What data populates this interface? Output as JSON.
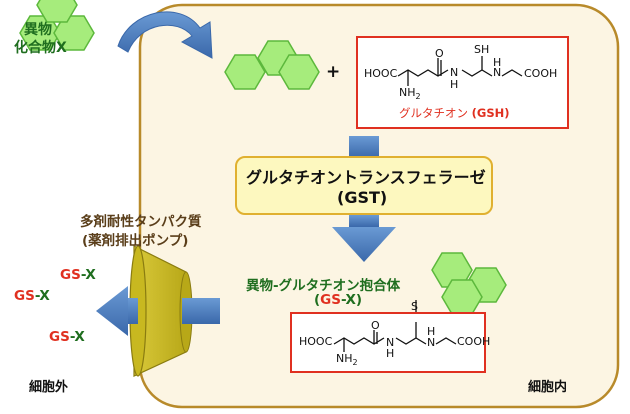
{
  "compound_x": {
    "line1": "異物",
    "line2": "化合物X"
  },
  "plus": "+",
  "gsh": {
    "hooc": "HOOC",
    "nh2": "NH",
    "nh2_sub": "2",
    "sh": "SH",
    "nh1": "N",
    "nh1_h": "H",
    "nh2b": "N",
    "nh2b_h": "H",
    "cooh": "COOH",
    "o": "O",
    "caption_jp": "グルタチオン",
    "caption_abbr": "(GSH)"
  },
  "gst": {
    "line1": "グルタチオントランスフェラーゼ",
    "line2": "(GST)"
  },
  "pump": {
    "line1": "多剤耐性タンパク質",
    "line2": "(薬剤排出ポンプ)"
  },
  "conjugate": {
    "label_prefix": "異物-グルタチオン抱合体",
    "abbr_gs": "GS",
    "abbr_dash": "-",
    "abbr_x": "X"
  },
  "conj_struct": {
    "hooc": "HOOC",
    "nh2": "NH",
    "nh2_sub": "2",
    "s": "S",
    "n1": "N",
    "n1_h": "H",
    "n2": "N",
    "n2_h": "H",
    "cooh": "COOH",
    "o": "O"
  },
  "outside_products": [
    {
      "gs": "GS",
      "dash": "-",
      "x": "X"
    },
    {
      "gs": "GS",
      "dash": "-",
      "x": "X"
    },
    {
      "gs": "GS",
      "dash": "-",
      "x": "X"
    }
  ],
  "region_outside": "細胞外",
  "region_inside": "細胞内",
  "colors": {
    "cell_fill": "#fcf5e3",
    "cell_stroke": "#b88a2a",
    "hex_fill": "#a6ec7c",
    "hex_stroke": "#5cb83c",
    "arrow_blue": "#4a7fc1",
    "gst_fill": "#fdf8bf",
    "gst_stroke": "#e0b030",
    "red_box": "#e03020",
    "pump_fill": "#c8b820"
  }
}
